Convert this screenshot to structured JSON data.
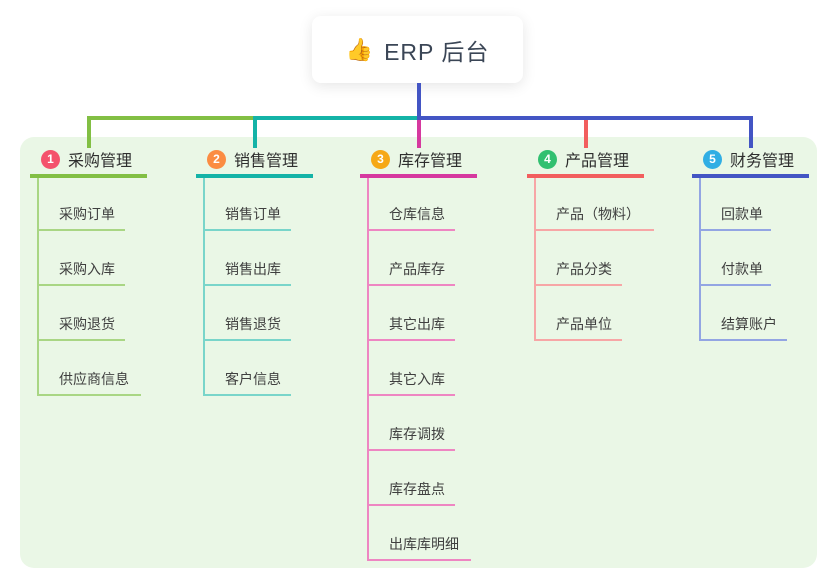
{
  "root": {
    "icon": "thumbs-up-icon",
    "icon_glyph": "👍",
    "label": "ERP 后台"
  },
  "palette": {
    "canvas_bg": "#eaf7e6",
    "root_line": "#4355c4",
    "root_text": "#3b4656",
    "branch_text": "#2e2e2e",
    "child_text": "#3f3f3f"
  },
  "branches": [
    {
      "num": "1",
      "label": "采购管理",
      "line_color": "#82bf44",
      "child_line_color": "#a9d684",
      "badge_color": "#f4526c",
      "children": [
        "采购订单",
        "采购入库",
        "采购退货",
        "供应商信息"
      ]
    },
    {
      "num": "2",
      "label": "销售管理",
      "line_color": "#14b3a7",
      "child_line_color": "#79d5ca",
      "badge_color": "#fb8c42",
      "children": [
        "销售订单",
        "销售出库",
        "销售退货",
        "客户信息"
      ]
    },
    {
      "num": "3",
      "label": "库存管理",
      "line_color": "#d6399f",
      "child_line_color": "#ee86c2",
      "badge_color": "#f6a816",
      "children": [
        "仓库信息",
        "产品库存",
        "其它出库",
        "其它入库",
        "库存调拨",
        "库存盘点",
        "出库库明细"
      ]
    },
    {
      "num": "4",
      "label": "产品管理",
      "line_color": "#f25e5e",
      "child_line_color": "#f7a6a6",
      "badge_color": "#31c070",
      "children": [
        "产品（物料）",
        "产品分类",
        "产品单位"
      ]
    },
    {
      "num": "5",
      "label": "财务管理",
      "line_color": "#4355c4",
      "child_line_color": "#93a5e3",
      "badge_color": "#30aee4",
      "children": [
        "回款单",
        "付款单",
        "结算账户"
      ]
    }
  ]
}
